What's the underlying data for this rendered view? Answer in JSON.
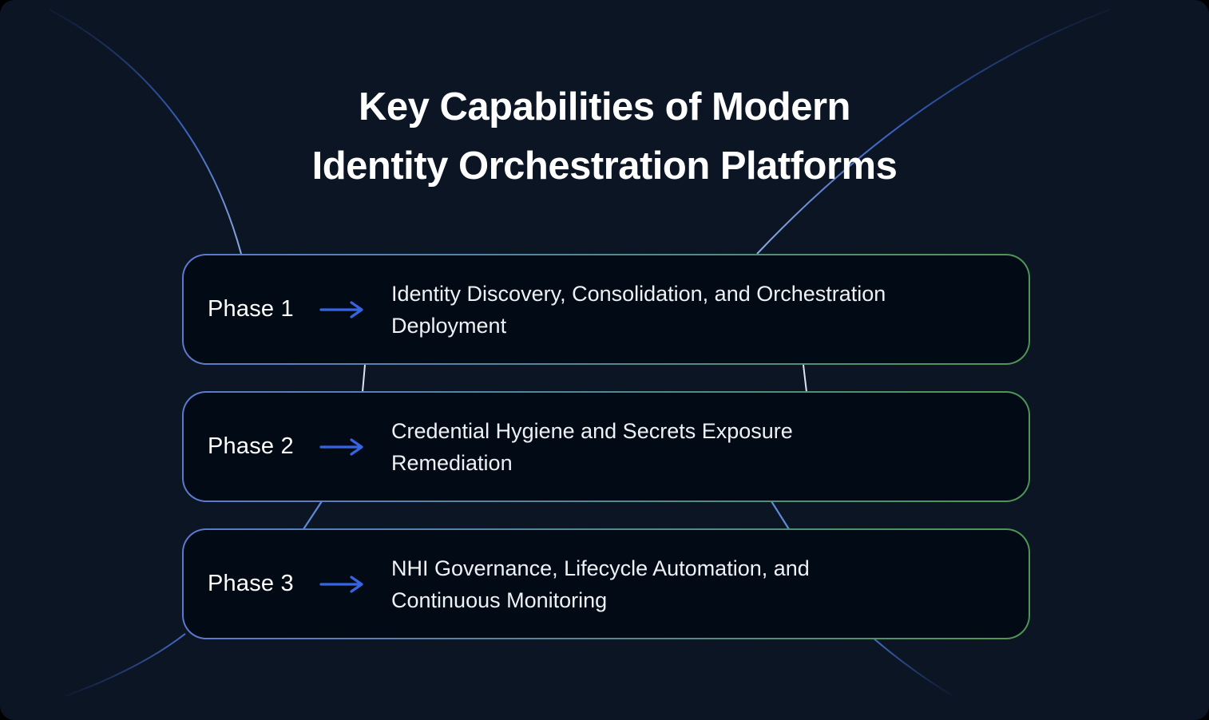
{
  "title": {
    "lines": [
      "Key Capabilities of Modern",
      "Identity Orchestration Platforms"
    ]
  },
  "phases": [
    {
      "label": "Phase 1",
      "description": "Identity Discovery, Consolidation, and Orchestration\nDeployment"
    },
    {
      "label": "Phase 2",
      "description": "Credential Hygiene and Secrets Exposure\nRemediation"
    },
    {
      "label": "Phase 3",
      "description": "NHI Governance, Lifecycle Automation, and\nContinuous Monitoring"
    }
  ],
  "icons": {
    "phase_arrow": "arrow-right-icon"
  },
  "colors": {
    "background": "#0b1524",
    "card_background": "#020a15",
    "border_blue": "#5b7ace",
    "border_green": "#4f9553",
    "accent_blue": "#3565e2",
    "connector_light": "#dce4f2",
    "connector_blue": "#6288d8",
    "curve_blue": "#3d6bd4",
    "curve_light": "#96b2ec",
    "title_text": "#ffffff",
    "desc_text": "#eef1f6"
  }
}
